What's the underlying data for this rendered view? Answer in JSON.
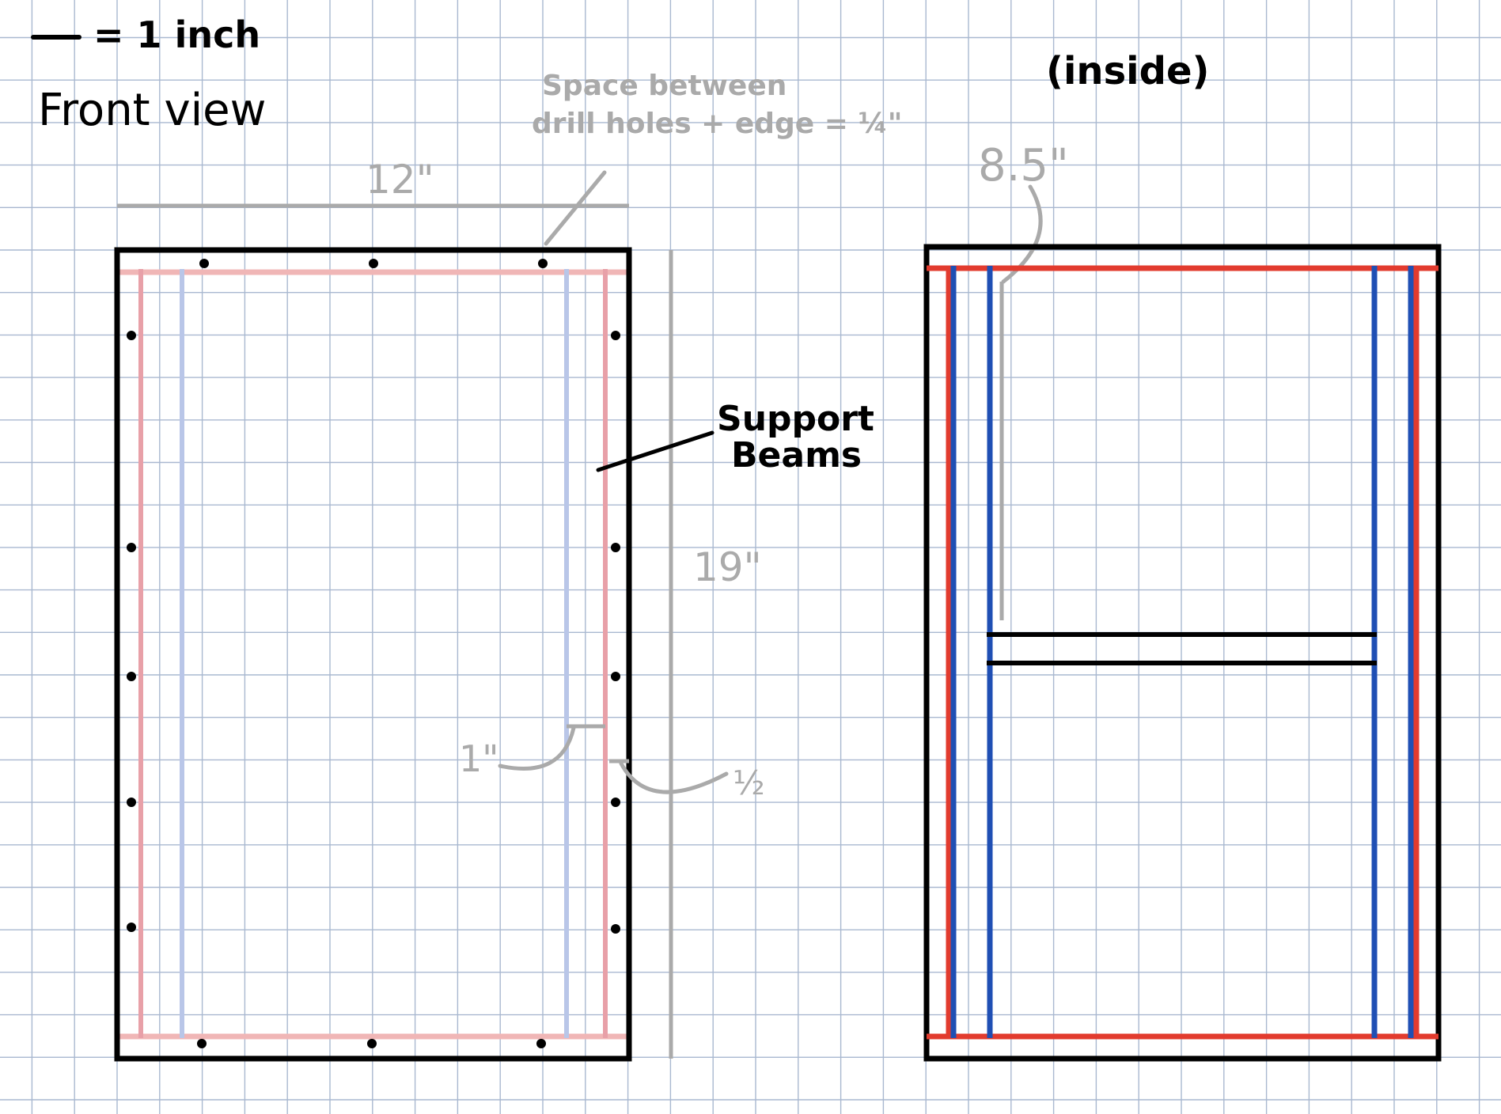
{
  "legend": {
    "scale_text": "= 1 inch",
    "view_title": "Front view"
  },
  "front_view": {
    "width_label": "12\"",
    "height_label": "19\"",
    "drill_note_line1": "Space between",
    "drill_note_line2": "drill holes + edge = ¼\"",
    "beam_label_line1": "Support",
    "beam_label_line2": "Beams",
    "beam_width_label": "1\"",
    "beam_gap_label": "½"
  },
  "inside_view": {
    "title": "(inside)",
    "gap_label": "8.5\""
  },
  "colors": {
    "grid": "#a9b8d0",
    "outline": "#000000",
    "beam_red": "#e23b2e",
    "beam_blue": "#1f4fb4",
    "faded_red": "#f0b6b6",
    "faded_blue": "#b9c6e8",
    "dimension_gray": "#aaaaaa"
  }
}
